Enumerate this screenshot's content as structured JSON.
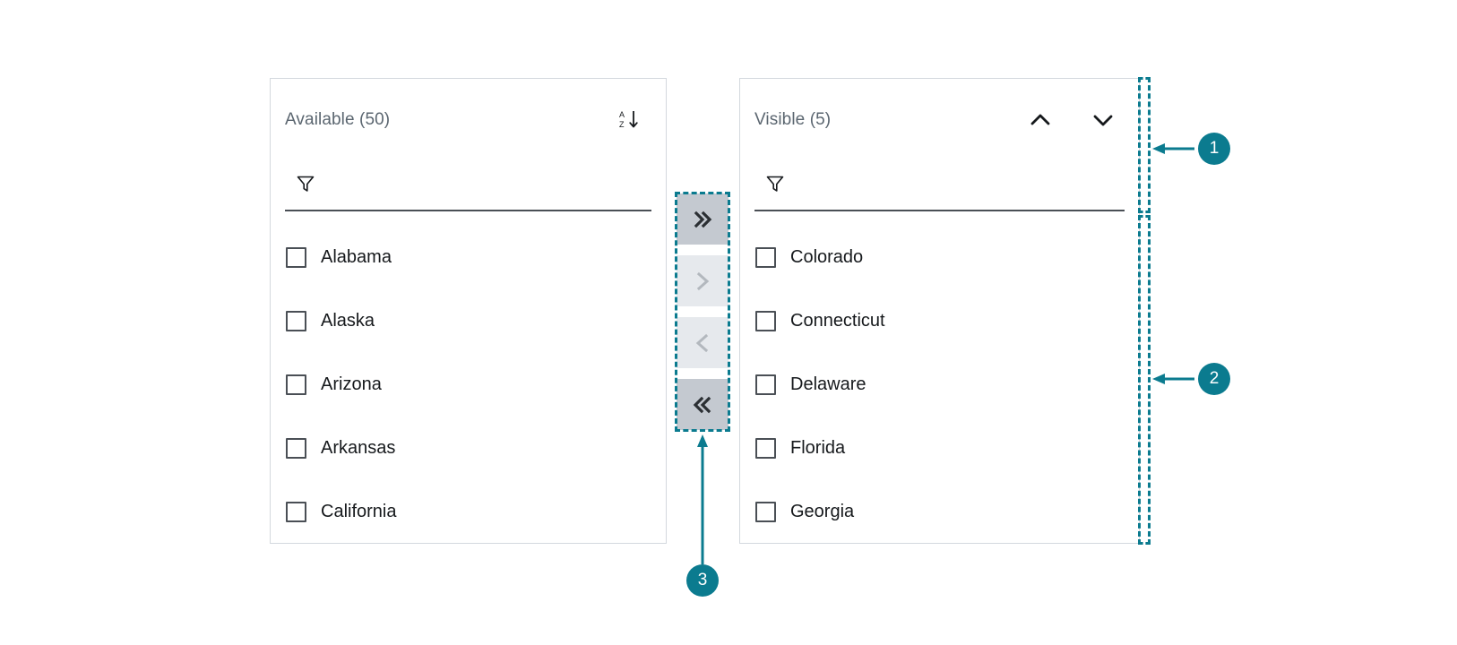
{
  "colors": {
    "annotation": "#0b7b8f",
    "panel_border": "#d3d8de",
    "title_text": "#5b6670",
    "item_text": "#16191c",
    "btn_enabled_bg": "#c4c9d0",
    "btn_disabled_bg": "#e6e9ed",
    "btn_enabled_fg": "#2b2f33",
    "btn_disabled_fg": "#b3b8be",
    "filter_underline": "#4a4f55"
  },
  "available_panel": {
    "title": "Available (50)",
    "sort_icon": "sort-az-descending-icon",
    "filter": {
      "icon": "filter-funnel-icon",
      "value": "",
      "placeholder": ""
    },
    "items": [
      {
        "label": "Alabama",
        "checked": false
      },
      {
        "label": "Alaska",
        "checked": false
      },
      {
        "label": "Arizona",
        "checked": false
      },
      {
        "label": "Arkansas",
        "checked": false
      },
      {
        "label": "California",
        "checked": false
      }
    ]
  },
  "visible_panel": {
    "title": "Visible (5)",
    "move_up_icon": "chevron-up-icon",
    "move_down_icon": "chevron-down-icon",
    "filter": {
      "icon": "filter-funnel-icon",
      "value": "",
      "placeholder": ""
    },
    "items": [
      {
        "label": "Colorado",
        "checked": false
      },
      {
        "label": "Connecticut",
        "checked": false
      },
      {
        "label": "Delaware",
        "checked": false
      },
      {
        "label": "Florida",
        "checked": false
      },
      {
        "label": "Georgia",
        "checked": false
      }
    ]
  },
  "transfer_buttons": [
    {
      "name": "move-all-right-button",
      "icon": "double-chevron-right-icon",
      "glyph": "»",
      "enabled": true
    },
    {
      "name": "move-right-button",
      "icon": "chevron-right-icon",
      "glyph": "›",
      "enabled": false
    },
    {
      "name": "move-left-button",
      "icon": "chevron-left-icon",
      "glyph": "‹",
      "enabled": false
    },
    {
      "name": "move-all-left-button",
      "icon": "double-chevron-left-icon",
      "glyph": "«",
      "enabled": true
    }
  ],
  "annotations": [
    {
      "id": "1",
      "label": "1",
      "target": "visible-panel-header"
    },
    {
      "id": "2",
      "label": "2",
      "target": "visible-panel-list"
    },
    {
      "id": "3",
      "label": "3",
      "target": "transfer-button-column"
    }
  ]
}
